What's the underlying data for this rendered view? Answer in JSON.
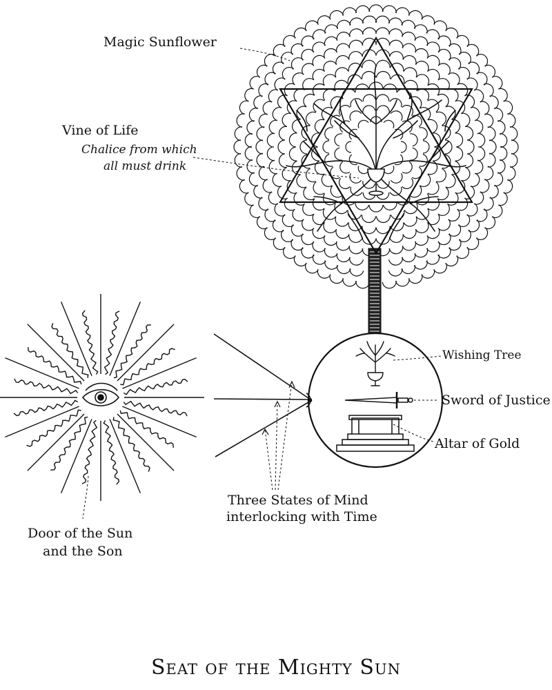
{
  "colors": {
    "ink": "#111111",
    "paper": "#ffffff"
  },
  "labels": {
    "magic_sunflower": "Magic Sunflower",
    "vine_of_life": "Vine of Life",
    "chalice_line1": "Chalice from which",
    "chalice_line2": "all must drink",
    "wishing_tree": "Wishing Tree",
    "sword_of_justice": "Sword of Justice",
    "altar_of_gold": "Altar of Gold",
    "three_states_line1": "Three States of Mind",
    "three_states_line2": "interlocking with Time",
    "door_line1": "Door of the Sun",
    "door_line2": "and the Son"
  },
  "caption": "Seat of the Mighty Sun",
  "icons": [
    "sunflower-icon",
    "hexagram-icon",
    "chalice-icon",
    "eye-icon",
    "sun-rays-icon",
    "wishing-tree-icon",
    "sword-icon",
    "altar-icon"
  ]
}
